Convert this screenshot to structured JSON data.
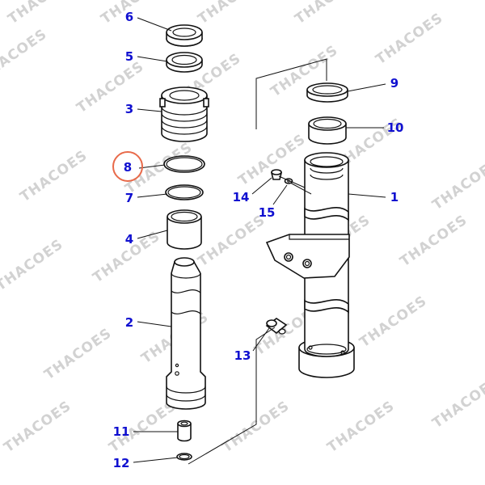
{
  "watermark": "THACOES",
  "callouts": {
    "c1": "1",
    "c2": "2",
    "c3": "3",
    "c4": "4",
    "c5": "5",
    "c6": "6",
    "c7": "7",
    "c8": "8",
    "c9": "9",
    "c10": "10",
    "c11": "11",
    "c12": "12",
    "c13": "13",
    "c14": "14",
    "c15": "15"
  },
  "highlighted_callout": "8",
  "colors": {
    "callout_text": "#1010d0",
    "highlight_ring": "#e86a4a",
    "line": "#111111",
    "watermark": "#d2d2d2"
  }
}
